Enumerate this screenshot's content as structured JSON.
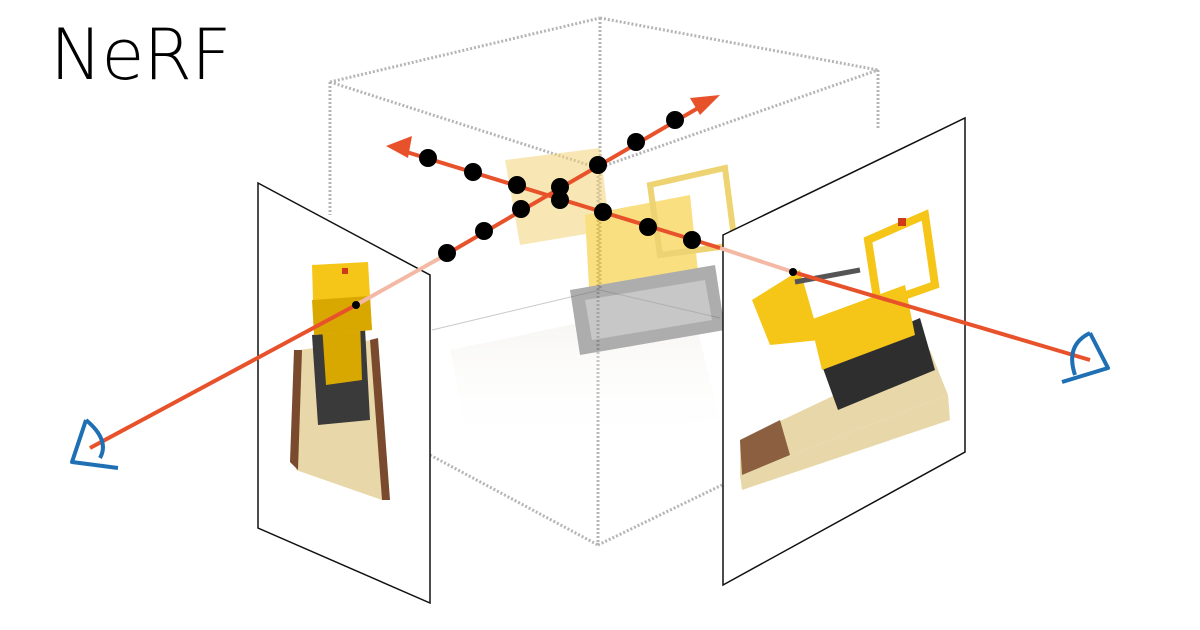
{
  "title": "NeRF",
  "colors": {
    "ray": "#E8522B",
    "eye": "#1F6FB5",
    "sample_point": "#000000",
    "cube_edge": "#B5B5B5",
    "lego_yellow": "#F5C518",
    "base_plate": "#E8D7A8",
    "base_brick": "#7A4A2E"
  },
  "icons": [
    "eye-icon-left",
    "eye-icon-right",
    "arrowhead"
  ]
}
